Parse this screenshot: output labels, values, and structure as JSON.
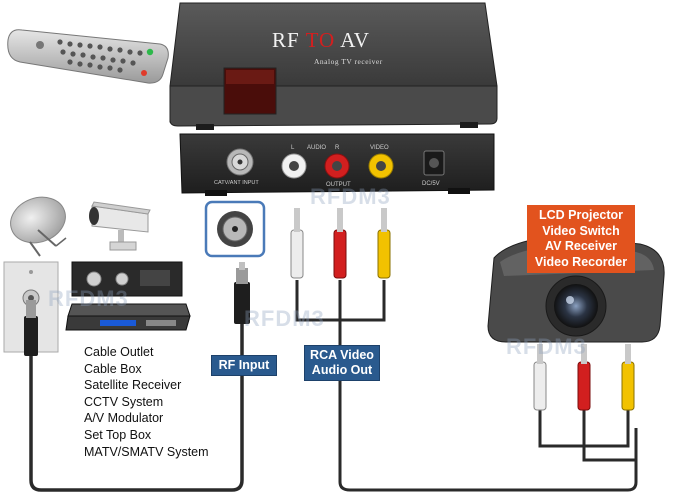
{
  "device": {
    "brand_left": "RF",
    "brand_mid": "TO",
    "brand_right": "AV",
    "subtitle": "Analog TV receiver",
    "port_labels": {
      "rf_in": "CATV/ANT INPUT",
      "audio": "AUDIO",
      "left": "L",
      "right": "R",
      "video": "VIDEO",
      "output": "OUTPUT",
      "power": "DC/5V"
    }
  },
  "labels": {
    "rf_input": "RF Input",
    "rca_line1": "RCA Video",
    "rca_line2": "Audio Out"
  },
  "destinations": [
    "LCD Projector",
    "Video Switch",
    "AV Receiver",
    "Video Recorder"
  ],
  "sources": [
    "Cable Outlet",
    "Cable Box",
    "Satellite Receiver",
    "CCTV System",
    "A/V Modulator",
    "Set Top Box",
    "MATV/SMATV System"
  ],
  "watermark": "RFDM3",
  "colors": {
    "label_blue": "#2a5a8e",
    "label_orange": "#e2531e",
    "rca_white": "#e8e8e8",
    "rca_red": "#d21f1f",
    "rca_yellow": "#f2c200",
    "device_body": "#3b3b3b"
  }
}
